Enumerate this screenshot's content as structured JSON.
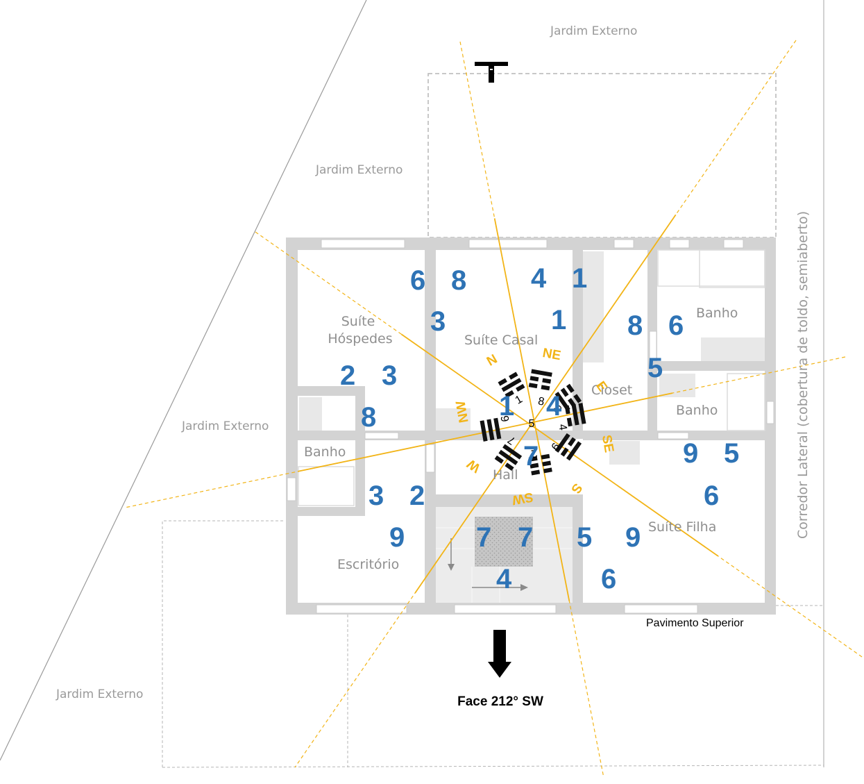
{
  "exterior_labels": [
    "Jardim Externo",
    "Jardim Externo",
    "Jardim Externo",
    "Jardim Externo"
  ],
  "side_label": "Corredor Lateral (cobertura de toldo, semiaberto)",
  "rooms": {
    "suite_hospedes_line1": "Suíte",
    "suite_hospedes_line2": "Hóspedes",
    "suite_casal": "Suíte Casal",
    "closet": "Closet",
    "banho_top_right": "Banho",
    "banho_mid_right": "Banho",
    "banho_left": "Banho",
    "hall": "Hall",
    "escritorio": "Escritório",
    "suite_filha": "Suíte Filha"
  },
  "directions": [
    "N",
    "NE",
    "E",
    "SE",
    "S",
    "SW",
    "W",
    "NW"
  ],
  "ring_numbers": [
    "1",
    "8",
    "3",
    "4",
    "9",
    "2",
    "7",
    "6"
  ],
  "center_number": "5",
  "star_numbers": [
    "6",
    "8",
    "4",
    "1",
    "3",
    "1",
    "8",
    "6",
    "5",
    "2",
    "3",
    "8",
    "1",
    "4",
    "9",
    "5",
    "6",
    "3",
    "2",
    "7",
    "9",
    "7",
    "7",
    "5",
    "9",
    "4",
    "6"
  ],
  "caption": "Pavimento Superior",
  "facing": "Face 212° SW",
  "colors": {
    "wall": "#d3d3d3",
    "sector_line": "#f2b417",
    "star_number": "#2e73b5",
    "direction_label": "#f2b417",
    "trigram": "#111111"
  }
}
